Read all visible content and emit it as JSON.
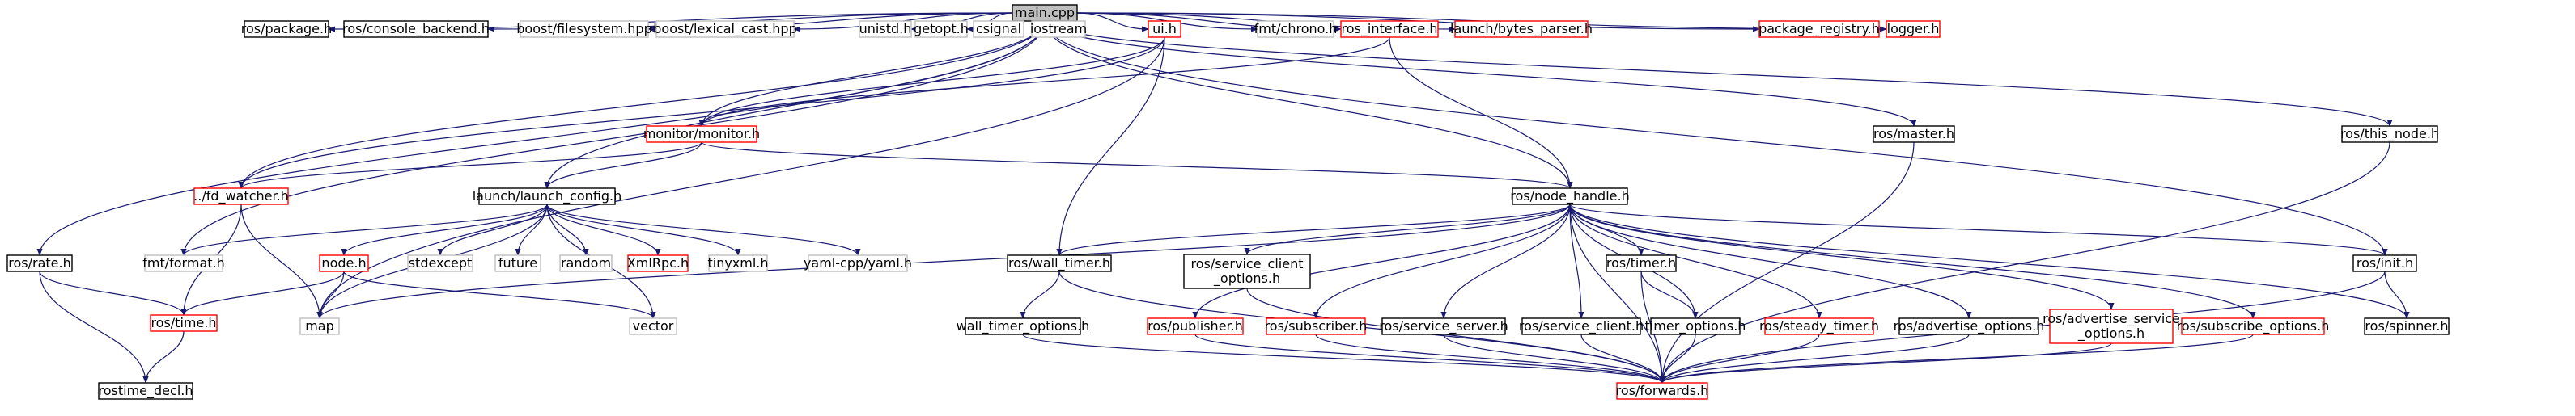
{
  "colors": {
    "edge": "#191970",
    "border_black": "#000000",
    "border_red": "#ff0000",
    "border_gray": "#bfbfbf",
    "root_fill": "#bfbfbf",
    "node_fill": "#ffffff"
  },
  "nodes": [
    {
      "id": "main",
      "lines": [
        "main.cpp"
      ],
      "style": "root"
    },
    {
      "id": "ros_package",
      "lines": [
        "ros/package.h"
      ],
      "style": "black"
    },
    {
      "id": "ros_console_backend",
      "lines": [
        "ros/console_backend.h"
      ],
      "style": "black"
    },
    {
      "id": "boost_filesystem",
      "lines": [
        "boost/filesystem.hpp"
      ],
      "style": "gray"
    },
    {
      "id": "boost_lexical_cast",
      "lines": [
        "boost/lexical_cast.hpp"
      ],
      "style": "gray"
    },
    {
      "id": "unistd",
      "lines": [
        "unistd.h"
      ],
      "style": "gray"
    },
    {
      "id": "getopt",
      "lines": [
        "getopt.h"
      ],
      "style": "gray"
    },
    {
      "id": "csignal",
      "lines": [
        "csignal"
      ],
      "style": "gray"
    },
    {
      "id": "iostream",
      "lines": [
        "iostream"
      ],
      "style": "gray"
    },
    {
      "id": "ui",
      "lines": [
        "ui.h"
      ],
      "style": "red"
    },
    {
      "id": "fmt_chrono",
      "lines": [
        "fmt/chrono.h"
      ],
      "style": "gray"
    },
    {
      "id": "ros_interface",
      "lines": [
        "ros_interface.h"
      ],
      "style": "red"
    },
    {
      "id": "bytes_parser",
      "lines": [
        "launch/bytes_parser.h"
      ],
      "style": "red"
    },
    {
      "id": "package_registry",
      "lines": [
        "package_registry.h"
      ],
      "style": "red"
    },
    {
      "id": "logger",
      "lines": [
        "logger.h"
      ],
      "style": "red"
    },
    {
      "id": "monitor",
      "lines": [
        "monitor/monitor.h"
      ],
      "style": "red"
    },
    {
      "id": "ros_master",
      "lines": [
        "ros/master.h"
      ],
      "style": "black"
    },
    {
      "id": "ros_this_node",
      "lines": [
        "ros/this_node.h"
      ],
      "style": "black"
    },
    {
      "id": "fd_watcher",
      "lines": [
        "../fd_watcher.h"
      ],
      "style": "red"
    },
    {
      "id": "launch_config",
      "lines": [
        "launch/launch_config.h"
      ],
      "style": "black"
    },
    {
      "id": "ros_node_handle",
      "lines": [
        "ros/node_handle.h"
      ],
      "style": "black"
    },
    {
      "id": "ros_rate",
      "lines": [
        "ros/rate.h"
      ],
      "style": "black"
    },
    {
      "id": "fmt_format",
      "lines": [
        "fmt/format.h"
      ],
      "style": "gray"
    },
    {
      "id": "node_h",
      "lines": [
        "node.h"
      ],
      "style": "red"
    },
    {
      "id": "stdexcept",
      "lines": [
        "stdexcept"
      ],
      "style": "gray"
    },
    {
      "id": "future",
      "lines": [
        "future"
      ],
      "style": "gray"
    },
    {
      "id": "random",
      "lines": [
        "random"
      ],
      "style": "gray"
    },
    {
      "id": "xmlrpc",
      "lines": [
        "XmlRpc.h"
      ],
      "style": "red"
    },
    {
      "id": "tinyxml",
      "lines": [
        "tinyxml.h"
      ],
      "style": "gray"
    },
    {
      "id": "yaml",
      "lines": [
        "yaml-cpp/yaml.h"
      ],
      "style": "gray"
    },
    {
      "id": "ros_wall_timer",
      "lines": [
        "ros/wall_timer.h"
      ],
      "style": "black"
    },
    {
      "id": "ros_service_client_options",
      "lines": [
        "ros/service_client",
        "_options.h"
      ],
      "style": "black"
    },
    {
      "id": "ros_timer",
      "lines": [
        "ros/timer.h"
      ],
      "style": "black"
    },
    {
      "id": "ros_init",
      "lines": [
        "ros/init.h"
      ],
      "style": "black"
    },
    {
      "id": "ros_time",
      "lines": [
        "ros/time.h"
      ],
      "style": "red"
    },
    {
      "id": "map",
      "lines": [
        "map"
      ],
      "style": "gray"
    },
    {
      "id": "vector",
      "lines": [
        "vector"
      ],
      "style": "gray"
    },
    {
      "id": "wall_timer_options",
      "lines": [
        "wall_timer_options.h"
      ],
      "style": "black"
    },
    {
      "id": "ros_publisher",
      "lines": [
        "ros/publisher.h"
      ],
      "style": "red"
    },
    {
      "id": "ros_subscriber",
      "lines": [
        "ros/subscriber.h"
      ],
      "style": "red"
    },
    {
      "id": "ros_service_server",
      "lines": [
        "ros/service_server.h"
      ],
      "style": "black"
    },
    {
      "id": "ros_service_client",
      "lines": [
        "ros/service_client.h"
      ],
      "style": "black"
    },
    {
      "id": "timer_options",
      "lines": [
        "timer_options.h"
      ],
      "style": "black"
    },
    {
      "id": "ros_steady_timer",
      "lines": [
        "ros/steady_timer.h"
      ],
      "style": "red"
    },
    {
      "id": "ros_advertise_options",
      "lines": [
        "ros/advertise_options.h"
      ],
      "style": "black"
    },
    {
      "id": "ros_advertise_service_options",
      "lines": [
        "ros/advertise_service",
        "_options.h"
      ],
      "style": "red"
    },
    {
      "id": "ros_subscribe_options",
      "lines": [
        "ros/subscribe_options.h"
      ],
      "style": "red"
    },
    {
      "id": "ros_spinner",
      "lines": [
        "ros/spinner.h"
      ],
      "style": "black"
    },
    {
      "id": "rostime_decl",
      "lines": [
        "rostime_decl.h"
      ],
      "style": "black"
    },
    {
      "id": "ros_forwards",
      "lines": [
        "ros/forwards.h"
      ],
      "style": "red"
    }
  ],
  "edges": [
    [
      "main",
      "ros_package"
    ],
    [
      "main",
      "ros_console_backend"
    ],
    [
      "main",
      "boost_filesystem"
    ],
    [
      "main",
      "boost_lexical_cast"
    ],
    [
      "main",
      "unistd"
    ],
    [
      "main",
      "getopt"
    ],
    [
      "main",
      "csignal"
    ],
    [
      "main",
      "iostream"
    ],
    [
      "main",
      "ui"
    ],
    [
      "main",
      "fmt_chrono"
    ],
    [
      "main",
      "ros_interface"
    ],
    [
      "main",
      "bytes_parser"
    ],
    [
      "main",
      "package_registry"
    ],
    [
      "main",
      "logger"
    ],
    [
      "main",
      "monitor"
    ],
    [
      "main",
      "ros_master"
    ],
    [
      "main",
      "ros_this_node"
    ],
    [
      "main",
      "fd_watcher"
    ],
    [
      "main",
      "launch_config"
    ],
    [
      "main",
      "ros_rate"
    ],
    [
      "main",
      "fmt_format"
    ],
    [
      "main",
      "ros_node_handle"
    ],
    [
      "main",
      "ros_init"
    ],
    [
      "ui",
      "monitor"
    ],
    [
      "ui",
      "fd_watcher"
    ],
    [
      "ui",
      "ros_wall_timer"
    ],
    [
      "ui",
      "map"
    ],
    [
      "ros_interface",
      "monitor"
    ],
    [
      "ros_interface",
      "ros_node_handle"
    ],
    [
      "monitor",
      "fd_watcher"
    ],
    [
      "monitor",
      "launch_config"
    ],
    [
      "monitor",
      "ros_node_handle"
    ],
    [
      "fd_watcher",
      "map"
    ],
    [
      "fd_watcher",
      "ros_time"
    ],
    [
      "launch_config",
      "fmt_format"
    ],
    [
      "launch_config",
      "node_h"
    ],
    [
      "launch_config",
      "stdexcept"
    ],
    [
      "launch_config",
      "future"
    ],
    [
      "launch_config",
      "random"
    ],
    [
      "launch_config",
      "xmlrpc"
    ],
    [
      "launch_config",
      "tinyxml"
    ],
    [
      "launch_config",
      "yaml"
    ],
    [
      "launch_config",
      "map"
    ],
    [
      "launch_config",
      "vector"
    ],
    [
      "node_h",
      "ros_time"
    ],
    [
      "node_h",
      "map"
    ],
    [
      "node_h",
      "vector"
    ],
    [
      "ros_rate",
      "ros_time"
    ],
    [
      "ros_rate",
      "rostime_decl"
    ],
    [
      "ros_time",
      "rostime_decl"
    ],
    [
      "ros_node_handle",
      "map"
    ],
    [
      "ros_node_handle",
      "ros_wall_timer"
    ],
    [
      "ros_node_handle",
      "ros_service_client_options"
    ],
    [
      "ros_node_handle",
      "ros_publisher"
    ],
    [
      "ros_node_handle",
      "ros_subscriber"
    ],
    [
      "ros_node_handle",
      "ros_service_server"
    ],
    [
      "ros_node_handle",
      "ros_service_client"
    ],
    [
      "ros_node_handle",
      "ros_timer"
    ],
    [
      "ros_node_handle",
      "timer_options"
    ],
    [
      "ros_node_handle",
      "ros_steady_timer"
    ],
    [
      "ros_node_handle",
      "ros_advertise_options"
    ],
    [
      "ros_node_handle",
      "ros_advertise_service_options"
    ],
    [
      "ros_node_handle",
      "ros_subscribe_options"
    ],
    [
      "ros_node_handle",
      "ros_spinner"
    ],
    [
      "ros_node_handle",
      "ros_init"
    ],
    [
      "ros_node_handle",
      "ros_forwards"
    ],
    [
      "ros_wall_timer",
      "wall_timer_options"
    ],
    [
      "ros_wall_timer",
      "ros_forwards"
    ],
    [
      "ros_service_client_options",
      "ros_forwards"
    ],
    [
      "ros_timer",
      "timer_options"
    ],
    [
      "ros_timer",
      "ros_forwards"
    ],
    [
      "wall_timer_options",
      "ros_forwards"
    ],
    [
      "ros_publisher",
      "ros_forwards"
    ],
    [
      "ros_subscriber",
      "ros_forwards"
    ],
    [
      "ros_service_server",
      "ros_forwards"
    ],
    [
      "ros_service_client",
      "ros_forwards"
    ],
    [
      "timer_options",
      "ros_forwards"
    ],
    [
      "ros_steady_timer",
      "ros_forwards"
    ],
    [
      "ros_advertise_options",
      "ros_forwards"
    ],
    [
      "ros_advertise_service_options",
      "ros_forwards"
    ],
    [
      "ros_subscribe_options",
      "ros_forwards"
    ],
    [
      "ros_init",
      "ros_spinner"
    ],
    [
      "ros_init",
      "ros_forwards"
    ],
    [
      "ros_master",
      "ros_forwards"
    ],
    [
      "ros_this_node",
      "ros_forwards"
    ]
  ]
}
